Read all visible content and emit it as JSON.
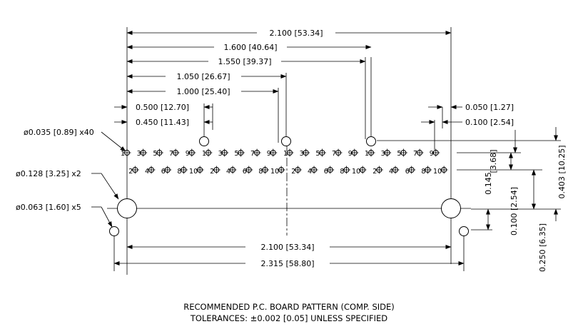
{
  "dimensions": {
    "width_2100": "2.100 [53.34]",
    "width_1600": "1.600 [40.64]",
    "width_1550": "1.550 [39.37]",
    "width_1050": "1.050 [26.67]",
    "width_1000": "1.000 [25.40]",
    "width_0500": "0.500 [12.70]",
    "width_0450": "0.450 [11.43]",
    "width_0050": "0.050 [1.27]",
    "width_0100": "0.100 [2.54]",
    "bottom_2100": "2.100 [53.34]",
    "bottom_2315": "2.315 [58.80]",
    "vert_368": "[3.68]",
    "vert_0145": "0.145",
    "vert_254": "0.100 [2.54]",
    "vert_0403": "0.403 [10.25]",
    "vert_0250": "0.250 [6.35]"
  },
  "holes": {
    "small": "ø0.035 [0.89] x40",
    "large": "ø0.128 [3.25] x2",
    "medium": "ø0.063 [1.60] x5"
  },
  "pins": {
    "odd": [
      "1",
      "3",
      "5",
      "7",
      "9"
    ],
    "even": [
      "2",
      "4",
      "6",
      "8",
      "10"
    ]
  },
  "notes": {
    "title": "RECOMMENDED P.C. BOARD PATTERN (COMP. SIDE)",
    "tolerance": "TOLERANCES: ±0.002 [0.05] UNLESS SPECIFIED"
  }
}
